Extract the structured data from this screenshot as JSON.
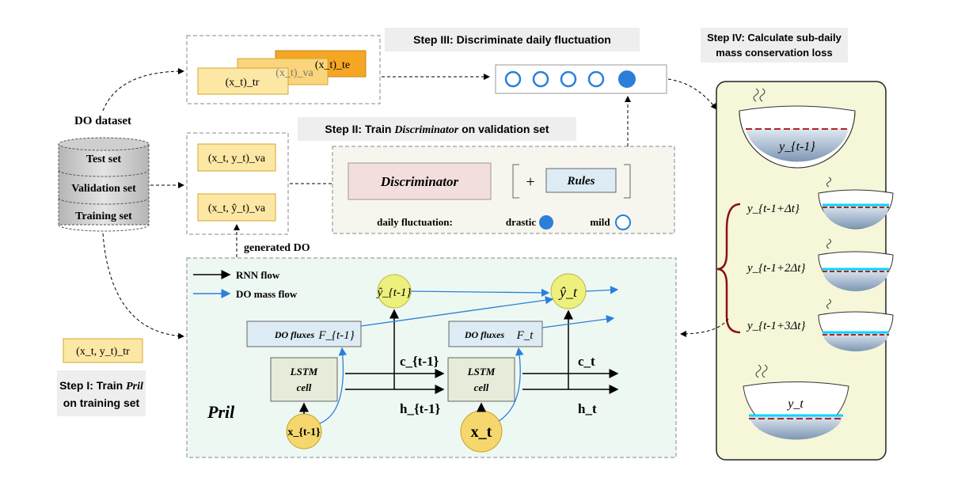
{
  "dataset": {
    "title": "DO dataset",
    "items": [
      "Test set",
      "Validation set",
      "Training set"
    ]
  },
  "step1": {
    "line1": "Step I: Train",
    "pril": "Pril",
    "line2": "on training set",
    "input_tr": "(x_t, y_t)_tr"
  },
  "step2": {
    "label_pre": "Step II: Train",
    "label_em": "Discriminator",
    "label_post": "on validation set",
    "input_va": "(x_t, y_t)_va",
    "input_hat_va": "(x_t, ŷ_t)_va",
    "discriminator": "Discriminator",
    "plus": "+",
    "rules": "Rules",
    "fluct_label": "daily fluctuation:",
    "drastic": "drastic",
    "mild": "mild"
  },
  "step3": {
    "label": "Step III: Discriminate daily fluctuation",
    "tr": "(x_t)_tr",
    "va": "(x_t)_va",
    "te": "(x_t)_te"
  },
  "step4": {
    "label_line1": "Step IV: Calculate sub-daily",
    "label_line2": "mass conservation loss",
    "bowls": [
      "y_{t-1}",
      "y_{t-1+Δt}",
      "y_{t-1+2Δt}",
      "y_{t-1+3Δt}",
      "y_t"
    ]
  },
  "generated": "generated DO",
  "pril_panel": {
    "name": "Pril",
    "legend": [
      "RNN flow",
      "DO mass flow"
    ],
    "fluxes_label": "DO fluxes",
    "flux_prev": "F_{t-1}",
    "flux_cur": "F_t",
    "lstm": [
      "LSTM",
      "cell"
    ],
    "c_prev": "c_{t-1}",
    "c_cur": "c_t",
    "h_prev": "h_{t-1}",
    "h_cur": "h_t",
    "x_prev": "x_{t-1}",
    "x_cur": "x_t",
    "yhat_prev": "ŷ_{t-1}",
    "yhat_cur": "ŷ_t"
  },
  "colors": {
    "yellow_box": "#fde7a5",
    "yellow_border": "#d4a72c",
    "orange": "#f5a623",
    "blue": "#2b7fd9",
    "panel_green": "#eef8f3",
    "step_bg": "#eeeeee",
    "red_accent": "#b22222"
  },
  "icons": {
    "circles": "circle-row",
    "bowl": "bowl-icon"
  }
}
